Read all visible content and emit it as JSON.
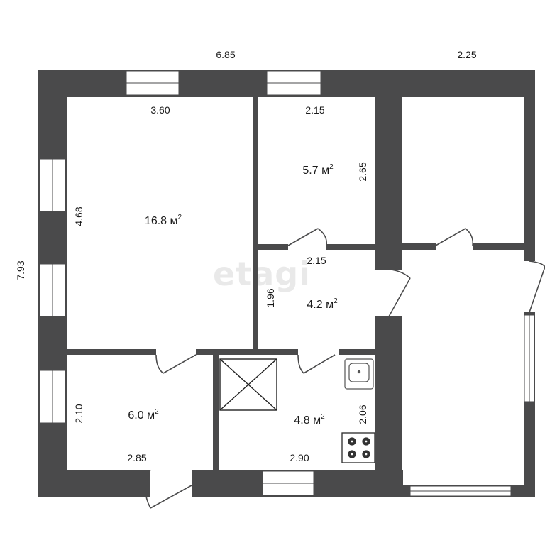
{
  "watermark": "etagi",
  "overall_dims": {
    "main_width": "6.85",
    "annex_width": "2.25",
    "total_height": "7.93"
  },
  "rooms": [
    {
      "id": "living",
      "area": "16.8",
      "width": "3.60",
      "length": "4.68"
    },
    {
      "id": "small-room",
      "area": "5.7",
      "width": "2.15",
      "length": "2.65"
    },
    {
      "id": "hall",
      "area": "4.2",
      "width": "2.15",
      "length": "1.96"
    },
    {
      "id": "bedroom",
      "area": "6.0",
      "width": "2.85",
      "length": "2.10"
    },
    {
      "id": "kitchen",
      "area": "4.8",
      "width": "2.90",
      "length": "2.06"
    }
  ],
  "area_unit": "м",
  "area_exp": "2",
  "colors": {
    "wall": "#4a4a4b",
    "window": "#ffffff",
    "line": "#222222",
    "watermark": "#e9e9e9"
  },
  "icons": [
    "sink-icon",
    "stove-icon",
    "stairs-hatch-icon",
    "door-icon",
    "window-icon"
  ]
}
